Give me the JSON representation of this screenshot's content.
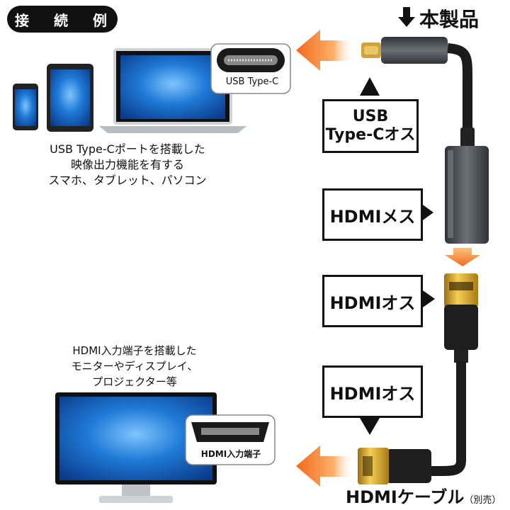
{
  "header": {
    "title": "接 続 例"
  },
  "product": {
    "label": "本製品"
  },
  "source_devices": {
    "port_label": "USB Type-C",
    "description": "USB Type-Cポートを搭載した\n映像出力機能を有する\nスマホ、タブレット、パソコン"
  },
  "connectors": {
    "usb_c_male": "USB\nType-Cオス",
    "hdmi_female": "HDMIメス",
    "hdmi_male_1": "HDMIオス",
    "hdmi_male_2": "HDMIオス"
  },
  "display": {
    "port_label": "HDMI入力端子",
    "description": "HDMI入力端子を搭載した\nモニターやディスプレイ、\nプロジェクター等"
  },
  "cable": {
    "label": "HDMIケーブル",
    "note": "（別売）"
  },
  "colors": {
    "accent_orange": "#f26a1b",
    "screen_blue": "#1f7ad6",
    "cable_gray": "#4a4d52",
    "connector_gold": "#d9a520"
  }
}
